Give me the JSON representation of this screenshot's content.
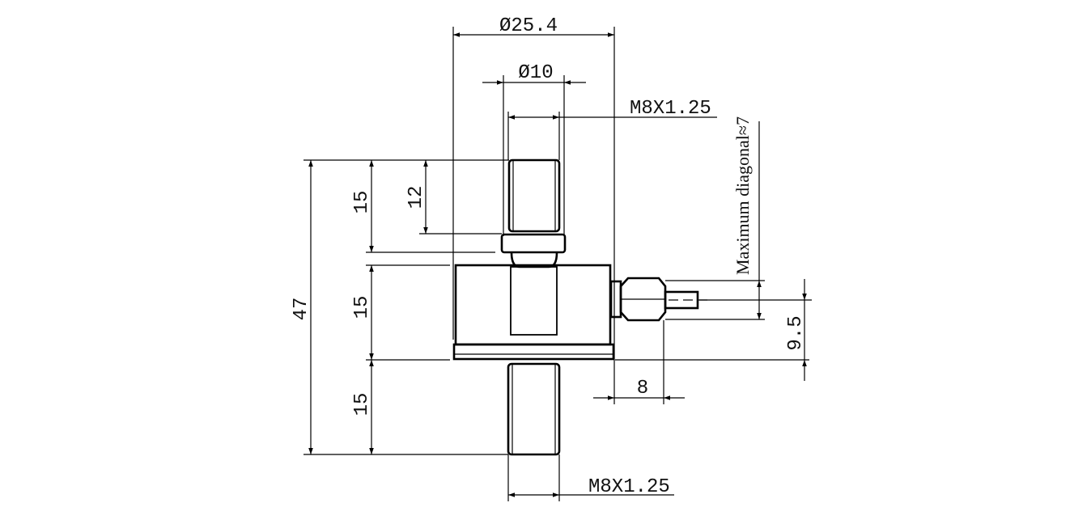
{
  "diagram": {
    "dimensions": {
      "outer_diameter": "Ø25.4",
      "neck_diameter": "Ø10",
      "thread_top": "M8X1.25",
      "thread_bottom": "M8X1.25",
      "total_height": "47",
      "section_top": "15",
      "section_middle": "15",
      "section_bottom": "15",
      "thread_length": "12",
      "cable_offset": "8",
      "cable_height": "9.5"
    },
    "notes": {
      "max_diagonal": "Maximum diagonal≈7"
    }
  }
}
